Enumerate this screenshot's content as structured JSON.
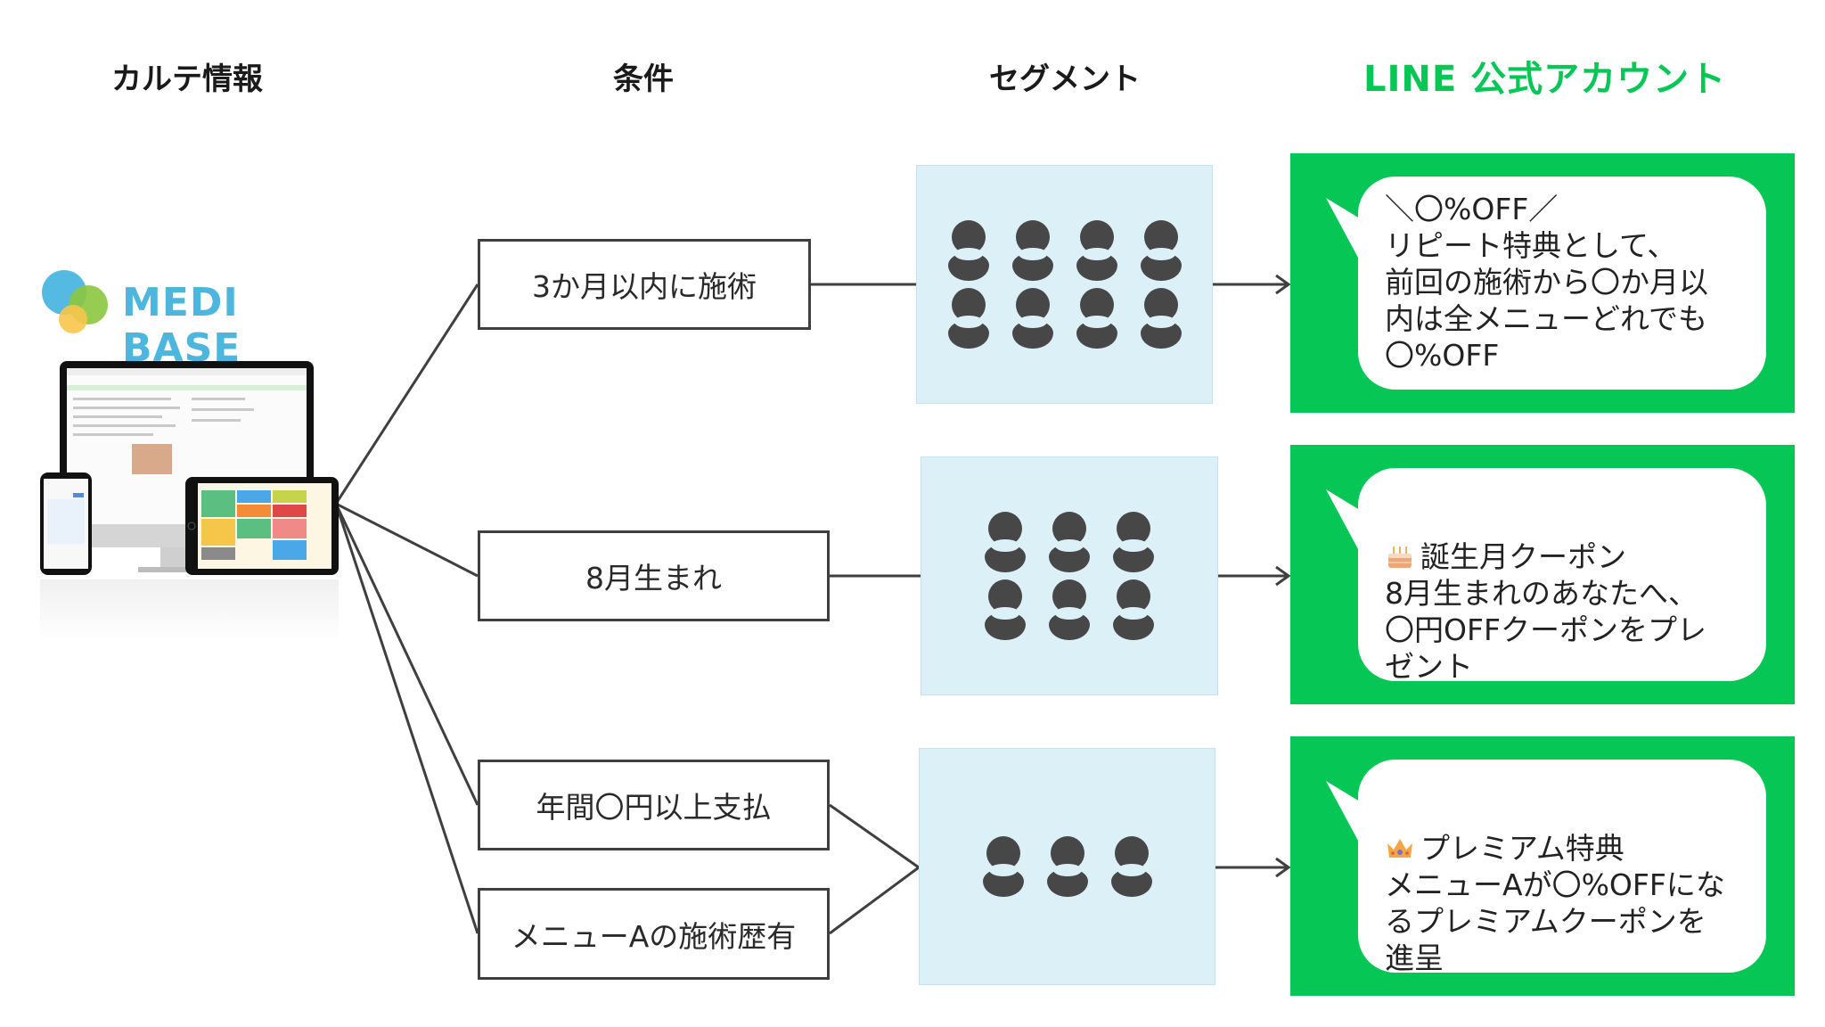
{
  "headers": {
    "chart_info": "カルテ情報",
    "conditions": "条件",
    "segments": "セグメント",
    "line_account": "LINE 公式アカウント"
  },
  "source": {
    "brand": "MEDI BASE",
    "brand_colors": {
      "blue": "#4cb6df",
      "green": "#8cc63f",
      "yellow": "#f7c54a"
    },
    "devices_image": "desktop-tablet-phone-mockup"
  },
  "conditions": [
    {
      "label": "3か月以内に施術"
    },
    {
      "label": "8月生まれ"
    },
    {
      "label": "年間〇円以上支払"
    },
    {
      "label": "メニューAの施術歴有"
    }
  ],
  "segments": [
    {
      "people_count": 8,
      "columns": 4
    },
    {
      "people_count": 6,
      "columns": 3
    },
    {
      "people_count": 3,
      "columns": 3
    }
  ],
  "messages": [
    {
      "emoji": "",
      "text": "＼〇%OFF／\nリピート特典として、\n前回の施術から〇か月以\n内は全メニューどれでも\n〇%OFF"
    },
    {
      "emoji": "cake-icon",
      "text": "誕生月クーポン\n8月生まれのあなたへ、\n〇円OFFクーポンをプレ\nゼント"
    },
    {
      "emoji": "crown-icon",
      "text": "プレミアム特典\nメニューAが〇%OFFにな\nるプレミアムクーポンを\n進呈"
    }
  ],
  "colors": {
    "line_green": "#06c755",
    "segment_bg": "#dcf0f8",
    "person": "#474747",
    "wire": "#3f3f3f"
  }
}
